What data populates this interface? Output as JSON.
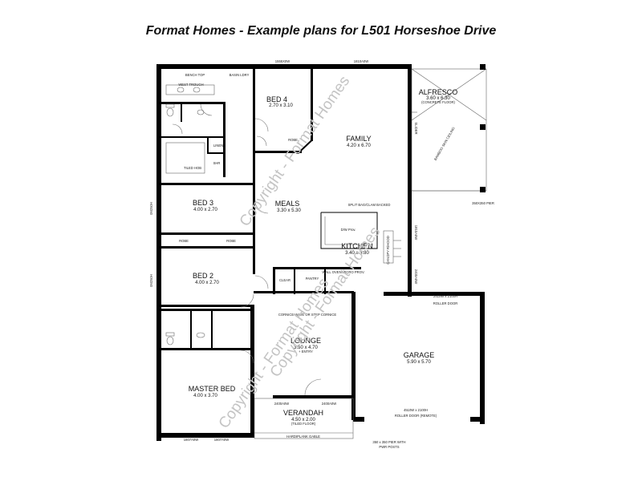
{
  "title": "Format Homes - Example plans for L501 Horseshoe Drive",
  "watermarks": [
    "Copyright - Format Homes",
    "Copyright - Format Homes",
    "Copyright - Format Homes"
  ],
  "rooms": {
    "bed4": {
      "name": "BED 4",
      "dims": "2.70 x 3.10"
    },
    "family": {
      "name": "FAMILY",
      "dims": "4.20 x 6.70"
    },
    "alfresco": {
      "name": "ALFRESCO",
      "dims": "3.60 x 6.30",
      "note": "(CONCRETE FLOOR)"
    },
    "bed3": {
      "name": "BED 3",
      "dims": "4.00 x 2.70"
    },
    "meals": {
      "name": "MEALS",
      "dims": "3.30 x 5.30"
    },
    "kitchen": {
      "name": "KITCHEN",
      "dims": "3.40 x 3.80"
    },
    "bed2": {
      "name": "BED 2",
      "dims": "4.00 x 2.70"
    },
    "lounge": {
      "name": "LOUNGE",
      "dims": "3.50 x 4.70",
      "note": "+ ENTRY"
    },
    "garage": {
      "name": "GARAGE",
      "dims": "5.90 x 5.70"
    },
    "master": {
      "name": "MASTER BED",
      "dims": "4.00 x 3.70"
    },
    "verandah": {
      "name": "VERANDAH",
      "dims": "4.50 x 2.00",
      "note": "(TILED FLOOR)"
    }
  },
  "labels": {
    "bench_top": "BENCH TOP",
    "basin_ldry": "BASIN LDRY",
    "wet_trough": "WEST TROUGH",
    "linen": "LINEN",
    "shr": "SHR",
    "tiled_hob": "TILED HOB",
    "robe": "ROBE",
    "split_bag": "SPLIT BAG/CLAM BACKED",
    "dw_prov": "D/W Prov.",
    "clear": "CLEAR",
    "pantry": "PANTRY",
    "wall_oven": "WALL OVEN MICRO PROV.",
    "canopy_rhood": "CANOPY R/HOOD",
    "cornice_note": "CORNICE WAVE OR STEP CORNICE",
    "roller_door_top": "2410W x 2100H",
    "roller_door_top2": "ROLLER DOOR",
    "roller_door_bottom": "4510W x 2100H",
    "roller_door_bottom2": "ROLLER DOOR (REMOTE)",
    "hardiplank": "HARDIPLANK GABLE",
    "pier_note": "350 x 350 PIER WITH",
    "pier_note2": "PWR POSTS",
    "pier_right": "350X350 PIER",
    "bamboo": "BAMBOO SKIN CEILING",
    "slider_left": "SLIDER",
    "win_top1": "1555X0W",
    "win_top2": "1810A0W",
    "win_left1": "0M250H",
    "win_left2": "0M250H",
    "win_mid1": "1810A0W",
    "win_mid2": "2400A0W",
    "win_bot1": "1807A0W",
    "win_bot2": "1807A0W",
    "win_ver1": "2400A0W",
    "win_ver2": "2400A0W"
  }
}
